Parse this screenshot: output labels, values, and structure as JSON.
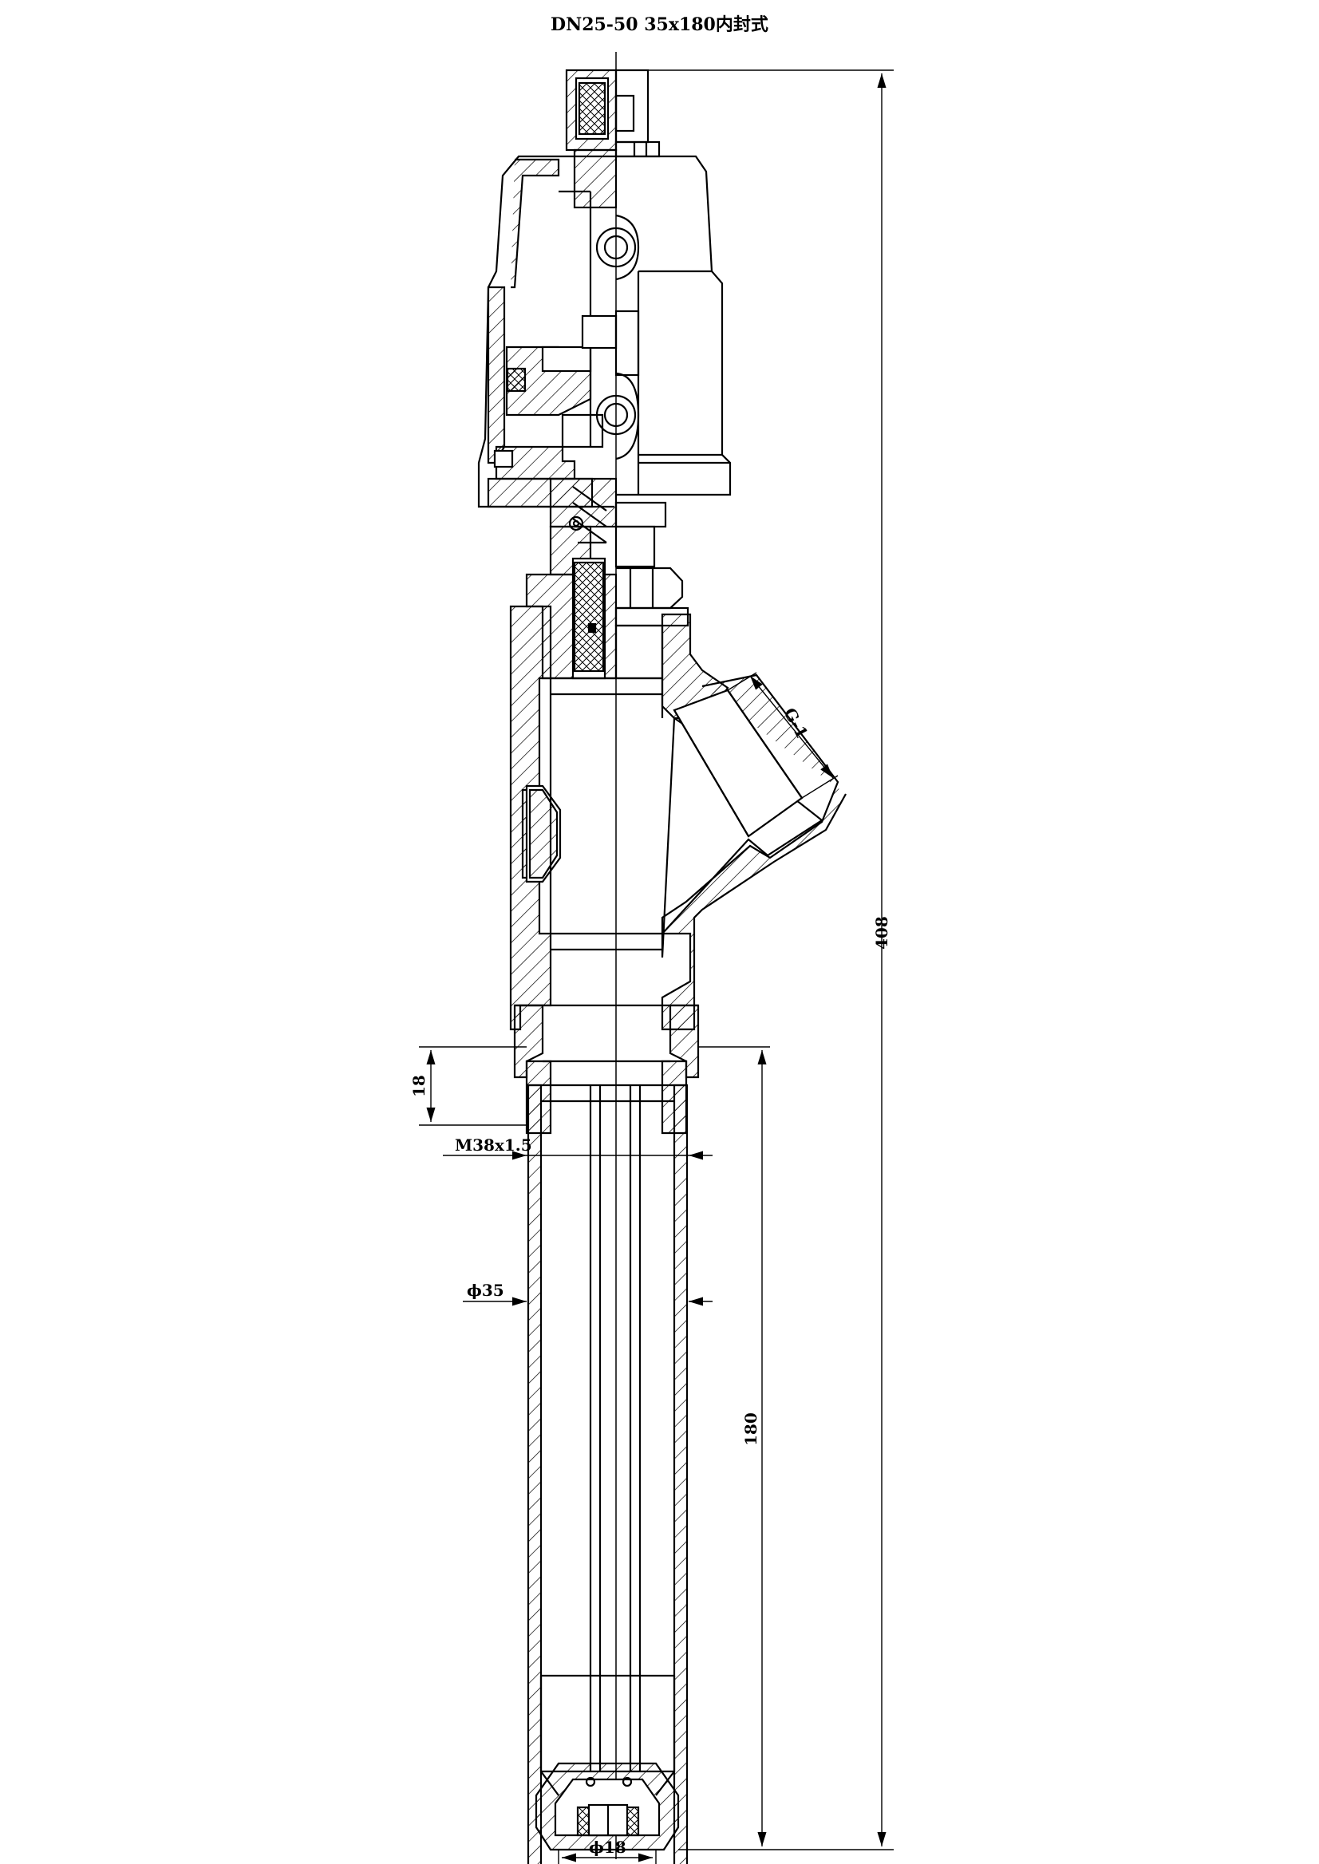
{
  "drawing": {
    "title": "DN25-50 35x180内封式",
    "dimensions": {
      "overall_height": "408",
      "insertion_length": "180",
      "thread_length": "18",
      "thread": "M38x1.5",
      "tube_diameter": "ϕ35",
      "tip_diameter": "ϕ18",
      "port_thread": "G-1"
    }
  }
}
